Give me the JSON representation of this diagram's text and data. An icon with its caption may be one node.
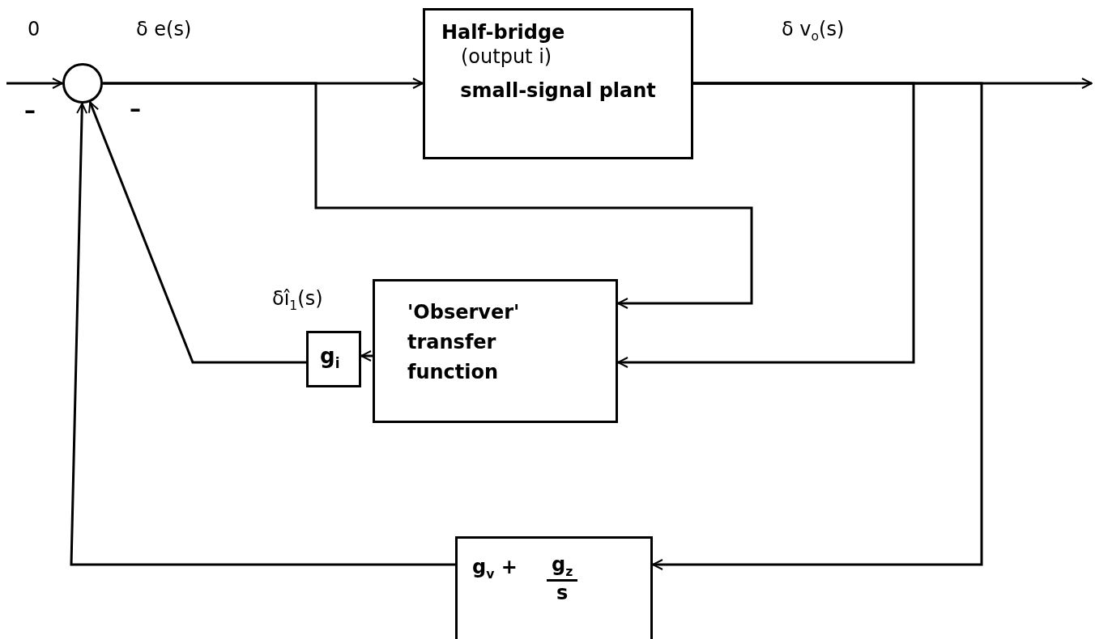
{
  "diagram": {
    "nodes": [
      {
        "text": [],
        "shape": "circle"
      },
      {
        "text": [
          "Half-bridge",
          "(output i)",
          "small-signal plant"
        ]
      },
      {
        "text": [
          "'Observer' transfer function"
        ]
      },
      {
        "text": [
          "g$_{i}$"
        ]
      },
      {
        "text": [
          "g$_{v}$ +",
          "g$_{z}$",
          "s"
        ]
      }
    ],
    "edges": [
      {
        "from": null,
        "to": 0,
        "arrow": "to",
        "label": "0"
      },
      {
        "from": 0,
        "to": 1,
        "arrow": "to",
        "label": "δ e(s)"
      },
      {
        "from": 0,
        "to": 2,
        "arrow": "to"
      },
      {
        "from": 1,
        "to": null,
        "arrow": "to",
        "label": "δ v$_{o}$(s)"
      },
      {
        "from": 1,
        "to": 2,
        "arrow": "to"
      },
      {
        "from": 1,
        "to": 4,
        "arrow": "to"
      },
      {
        "from": 2,
        "to": 3,
        "arrow": "to",
        "label": "δî$_{1}$(s)"
      },
      {
        "from": 3,
        "to": 0,
        "arrow": "to"
      },
      {
        "from": 4,
        "to": 0,
        "arrow": "to"
      }
    ],
    "labels": [
      "–",
      "–"
    ]
  }
}
